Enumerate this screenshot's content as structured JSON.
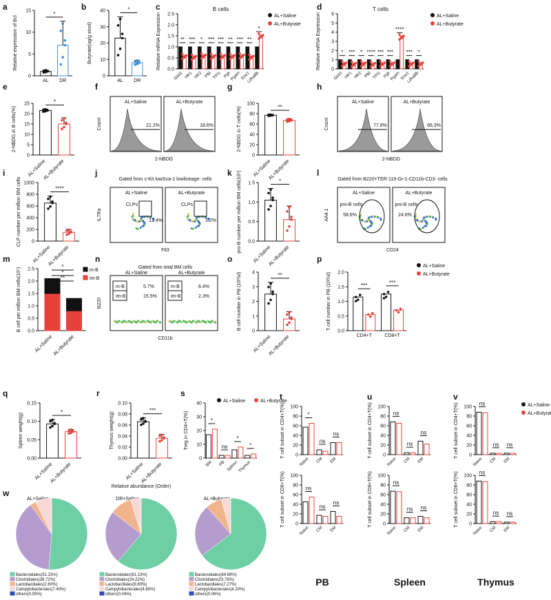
{
  "colors": {
    "saline": "#111111",
    "butyrate": "#e8403a",
    "dr": "#3a8fd6",
    "bact": "#6fcfa4",
    "clos": "#b59ccf",
    "lact": "#f2b48a",
    "campy": "#f7d9d6",
    "others": "#2f4fb5",
    "flow_gray": "#9a9a9a"
  },
  "legend": {
    "saline": "AL+Saline",
    "butyrate": "AL+Butyrate",
    "m_b": "m-B",
    "im_b": "im-B"
  },
  "panels": {
    "a": {
      "label": "a",
      "ylabel": "Relative expression of Bcl",
      "x": [
        "AL",
        "DR"
      ],
      "yticks": [
        "0",
        "5",
        "10",
        "15"
      ],
      "sig": "*",
      "means": [
        1,
        7
      ],
      "errs": [
        0.3,
        5.5
      ],
      "ylim": [
        0,
        15
      ]
    },
    "b": {
      "label": "b",
      "ylabel": "Butyrate(ug/g stool)",
      "x": [
        "AL",
        "DR"
      ],
      "yticks": [
        "0",
        "10",
        "20",
        "30",
        "40"
      ],
      "sig": "*",
      "means": [
        23,
        8
      ],
      "errs": [
        13,
        1.5
      ],
      "ylim": [
        0,
        40
      ]
    },
    "c": {
      "label": "c",
      "title": "B cells",
      "ylabel": "Relative mRNA Expression",
      "genes": [
        "Glut1",
        "HK1",
        "HK2",
        "Pfkl",
        "TPI1",
        "Pgk",
        "Pgam",
        "Eno1",
        "Ldhalllb"
      ],
      "sig": [
        "**",
        "***",
        "*",
        "***",
        "***",
        "**",
        "***",
        "**",
        "*"
      ],
      "yticks": [
        "0.0",
        "0.5",
        "1.0",
        "1.5",
        "2.0",
        "2.5"
      ],
      "butyrate": [
        0.58,
        0.55,
        0.6,
        0.58,
        0.58,
        0.58,
        0.6,
        0.55,
        1.5
      ],
      "ylim": [
        0,
        2.5
      ]
    },
    "d": {
      "label": "d",
      "title": "T cells",
      "ylabel": "Relative mRNA Expression",
      "genes": [
        "Glut1",
        "HK1",
        "HK2",
        "Pfkl",
        "TPI1",
        "Pgk",
        "Pgam",
        "Eno1",
        "Ldhalllb"
      ],
      "sig": [
        "*",
        "***",
        "*",
        "****",
        "***",
        "***",
        "****",
        "***",
        "*"
      ],
      "yticks": [
        "0",
        "1",
        "2",
        "3",
        "4",
        "5",
        "6"
      ],
      "butyrate": [
        0.6,
        0.55,
        0.6,
        0.55,
        0.6,
        0.6,
        3.5,
        0.6,
        0.6
      ],
      "ylim": [
        0,
        6
      ]
    },
    "e": {
      "label": "e",
      "ylabel": "2-NBDG in B cells(%)",
      "x": [
        "AL+Saline",
        "AL+Butyrate"
      ],
      "yticks": [
        "0",
        "5",
        "10",
        "15",
        "20",
        "25"
      ],
      "sig": "*",
      "means": [
        21.5,
        15
      ],
      "errs": [
        0.7,
        3
      ],
      "ylim": [
        0,
        25
      ]
    },
    "f": {
      "label": "f",
      "titles": [
        "AL+Saline",
        "AL+Butyrate"
      ],
      "pcts": [
        "21.2%",
        "18.6%"
      ],
      "xlabel": "2-NBDG",
      "ylabel": "Count"
    },
    "g": {
      "label": "g",
      "ylabel": "2-NBDG in T cells(%)",
      "x": [
        "AL+Saline",
        "AL+Butyrate"
      ],
      "yticks": [
        "0",
        "20",
        "40",
        "60",
        "80",
        "100"
      ],
      "sig": "**",
      "means": [
        77,
        67
      ],
      "errs": [
        1.5,
        3
      ],
      "ylim": [
        0,
        100
      ]
    },
    "h": {
      "label": "h",
      "titles": [
        "AL+Saline",
        "AL+Butyrate"
      ],
      "pcts": [
        "77.8%",
        "66.3%"
      ],
      "xlabel": "2-NBDG",
      "ylabel": "Count"
    },
    "i": {
      "label": "i",
      "ylabel": "CLP number per million BM cells",
      "x": [
        "AL+Saline",
        "AL+Butyrate"
      ],
      "yticks": [
        "0",
        "200",
        "400",
        "600",
        "800",
        "1000"
      ],
      "sig": "****",
      "means": [
        650,
        150
      ],
      "errs": [
        120,
        50
      ],
      "ylim": [
        0,
        1000
      ]
    },
    "j": {
      "label": "j",
      "title": "Gated from c-Kit lowSca-1 lowlineage- cells",
      "titles": [
        "AL+Saline",
        "AL+Butyrate"
      ],
      "gate": "CLPs",
      "pcts": [
        "12.4%",
        "1.2%"
      ],
      "xlabel": "Flt3",
      "ylabel": "IL7Ra"
    },
    "k": {
      "label": "k",
      "ylabel": "pro-B number per million BM cells(10⁴)",
      "x": [
        "AL+Saline",
        "AL+Butyrate"
      ],
      "yticks": [
        "0.0",
        "0.5",
        "1.0",
        "1.5"
      ],
      "sig": "*",
      "means": [
        1.05,
        0.55
      ],
      "errs": [
        0.3,
        0.35
      ],
      "ylim": [
        0,
        1.5
      ]
    },
    "l": {
      "label": "l",
      "title": "Gated from B220+TER-119-Gr-1-CD11b-CD3- cells",
      "titles": [
        "AL+Saline",
        "AL+Butyrate"
      ],
      "gate": "pro-B cells",
      "pcts": [
        "58.6%",
        "24.8%"
      ],
      "xlabel": "CD24",
      "ylabel": "AA4.1"
    },
    "m": {
      "label": "m",
      "ylabel": "B cell per million BM cells(10⁵)",
      "x": [
        "AL+Saline",
        "AL+Butyrate"
      ],
      "yticks": [
        "0.0",
        "0.5",
        "1.0",
        "1.5",
        "2.0",
        "2.5"
      ],
      "sig": [
        "*",
        "*",
        "**"
      ],
      "mb": [
        0.6,
        0.5
      ],
      "imb": [
        1.5,
        0.8
      ],
      "ylim": [
        0,
        2.5
      ]
    },
    "n": {
      "label": "n",
      "title": "Gated from total BM cells",
      "titles": [
        "AL+Saline",
        "AL+Butyrate"
      ],
      "mb": [
        "m-B",
        "5.7%",
        "m-B",
        "6.4%"
      ],
      "imb": [
        "im-B",
        "15.5%",
        "im-B",
        "2.3%"
      ],
      "xlabel": "CD11b",
      "ylabel": "B220"
    },
    "o": {
      "label": "o",
      "ylabel": "B cell number in PB (10³/ul)",
      "x": [
        "AL+Saline",
        "AL+Butyrate"
      ],
      "yticks": [
        "0",
        "1",
        "2",
        "3",
        "4"
      ],
      "sig": "**",
      "means": [
        2.5,
        0.8
      ],
      "errs": [
        0.8,
        0.5
      ],
      "ylim": [
        0,
        4
      ]
    },
    "p": {
      "label": "p",
      "ylabel": "T cell number in PB (10³/ul)",
      "x": [
        "CD4+T",
        "CD8+T"
      ],
      "yticks": [
        "0.0",
        "0.5",
        "1.0",
        "1.5",
        "2.0"
      ],
      "sig": [
        "***",
        "***"
      ],
      "saline": [
        1.15,
        1.25
      ],
      "butyrate": [
        0.55,
        0.7
      ],
      "ylim": [
        0,
        2
      ]
    },
    "q": {
      "label": "q",
      "ylabel": "Spleen weight(g)",
      "x": [
        "AL+Saline",
        "AL+Butyrate"
      ],
      "yticks": [
        "0.00",
        "0.05",
        "0.10",
        "0.15"
      ],
      "sig": "*",
      "means": [
        0.093,
        0.072
      ],
      "errs": [
        0.012,
        0.006
      ],
      "ylim": [
        0,
        0.15
      ]
    },
    "r": {
      "label": "r",
      "ylabel": "Thymus weight(g)",
      "x": [
        "AL+Saline",
        "AL+Butyrate"
      ],
      "yticks": [
        "0.00",
        "0.02",
        "0.04",
        "0.06",
        "0.08",
        "0.10"
      ],
      "sig": "***",
      "means": [
        0.066,
        0.036
      ],
      "errs": [
        0.007,
        0.007
      ],
      "ylim": [
        0,
        0.1
      ]
    },
    "s": {
      "label": "s",
      "ylabel": "Treg in CD4+T(%)",
      "x": [
        "BM",
        "PB",
        "Spleen",
        "Thymus"
      ],
      "yticks": [
        "0",
        "10",
        "20",
        "30",
        "40"
      ],
      "sig": [
        "*",
        "ns",
        "*",
        "*"
      ],
      "saline": [
        17,
        2,
        6,
        2
      ],
      "butyrate": [
        21,
        2,
        8,
        3
      ],
      "ylim": [
        0,
        40
      ]
    },
    "t": {
      "label": "t",
      "ylabel1": "T cell subset in CD4+T(%)",
      "ylabel2": "T cell subset in CD8+T(%)",
      "x": [
        "Naive",
        "CM",
        "EM"
      ],
      "yticks": [
        "0",
        "20",
        "40",
        "60",
        "80",
        "100"
      ],
      "sig1": [
        "*",
        "ns",
        "ns"
      ],
      "sig2": [
        "ns",
        "ns",
        "ns"
      ],
      "s1": [
        57,
        10,
        25
      ],
      "b1": [
        65,
        7,
        25
      ],
      "s2": [
        45,
        17,
        25
      ],
      "b2": [
        55,
        15,
        15
      ],
      "xtitle": "PB"
    },
    "u": {
      "label": "u",
      "ylabel1": "T cell subset in CD4+T(%)",
      "ylabel2": "T cell subset in CD8+T(%)",
      "x": [
        "Naive",
        "CM",
        "EM"
      ],
      "yticks": [
        "0",
        "20",
        "40",
        "60",
        "80",
        "100"
      ],
      "sig1": [
        "ns",
        "ns",
        "ns"
      ],
      "sig2": [
        "ns",
        "ns",
        "ns"
      ],
      "s1": [
        68,
        4,
        28
      ],
      "b1": [
        65,
        4,
        22
      ],
      "s2": [
        67,
        12,
        15
      ],
      "b2": [
        66,
        12,
        12
      ],
      "xtitle": "Spleen"
    },
    "v": {
      "label": "v",
      "ylabel1": "T cell subset in CD4+T(%)",
      "ylabel2": "T cell subset in CD8+T(%)",
      "x": [
        "Naive",
        "CM",
        "EM"
      ],
      "yticks": [
        "0",
        "20",
        "40",
        "60",
        "80",
        "100"
      ],
      "sig1": [
        "ns",
        "ns",
        "ns"
      ],
      "sig2": [
        "ns",
        "ns",
        "ns"
      ],
      "s1": [
        88,
        3,
        3
      ],
      "b1": [
        87,
        3,
        3
      ],
      "s2": [
        88,
        4,
        3
      ],
      "b2": [
        87,
        4,
        3
      ],
      "xtitle": "Thymus"
    },
    "w": {
      "label": "w",
      "title": "Relative abundance (Order)",
      "pies": [
        {
          "title": "AL+Saline",
          "items": [
            "Bacteroidales(51.23%)",
            "Clostridiales(38.72%)",
            "Lactobacillales(2.60%)",
            "Campylobacterales(7.40%)",
            "others(0.05%)"
          ],
          "values": [
            51.23,
            38.72,
            2.6,
            7.4,
            0.05
          ]
        },
        {
          "title": "DR+Saline",
          "items": [
            "Bacteroidales(61.13%)",
            "Clostridiales(24.22%)",
            "Lactobacillales(9.80%)",
            "Campylobacterales(4.80%)",
            "others(0.04%)"
          ],
          "values": [
            61.13,
            24.22,
            9.8,
            4.8,
            0.04
          ]
        },
        {
          "title": "AL+Butyrate",
          "items": [
            "Bacteroidales(64.69%)",
            "Clostridiales(23.78%)",
            "Lactobacillales(7.27%)",
            "Campylobacterales(4.20%)",
            "others(0.06%)"
          ],
          "values": [
            64.69,
            23.78,
            7.27,
            4.2,
            0.06
          ]
        }
      ]
    }
  },
  "chart_data": [
    {
      "type": "bar",
      "panel": "a",
      "categories": [
        "AL",
        "DR"
      ],
      "values": [
        1,
        7
      ],
      "ylabel": "Relative expression of Bcl",
      "ylim": [
        0,
        15
      ]
    },
    {
      "type": "bar",
      "panel": "b",
      "categories": [
        "AL",
        "DR"
      ],
      "values": [
        23,
        8
      ],
      "ylabel": "Butyrate(ug/g stool)",
      "ylim": [
        0,
        40
      ]
    },
    {
      "type": "bar",
      "panel": "c",
      "title": "B cells",
      "categories": [
        "Glut1",
        "HK1",
        "HK2",
        "Pfkl",
        "TPI1",
        "Pgk",
        "Pgam",
        "Eno1",
        "Ldhalllb"
      ],
      "series": [
        {
          "name": "AL+Saline",
          "values": [
            1,
            1,
            1,
            1,
            1,
            1,
            1,
            1,
            1
          ]
        },
        {
          "name": "AL+Butyrate",
          "values": [
            0.58,
            0.55,
            0.6,
            0.58,
            0.58,
            0.58,
            0.6,
            0.55,
            1.5
          ]
        }
      ],
      "ylabel": "Relative mRNA Expression",
      "ylim": [
        0,
        2.5
      ]
    },
    {
      "type": "bar",
      "panel": "d",
      "title": "T cells",
      "categories": [
        "Glut1",
        "HK1",
        "HK2",
        "Pfkl",
        "TPI1",
        "Pgk",
        "Pgam",
        "Eno1",
        "Ldhalllb"
      ],
      "series": [
        {
          "name": "AL+Saline",
          "values": [
            1,
            1,
            1,
            1,
            1,
            1,
            1,
            1,
            1
          ]
        },
        {
          "name": "AL+Butyrate",
          "values": [
            0.6,
            0.55,
            0.6,
            0.55,
            0.6,
            0.6,
            3.5,
            0.6,
            0.6
          ]
        }
      ],
      "ylabel": "Relative mRNA Expression",
      "ylim": [
        0,
        6
      ]
    },
    {
      "type": "bar",
      "panel": "e",
      "categories": [
        "AL+Saline",
        "AL+Butyrate"
      ],
      "values": [
        21.5,
        15
      ],
      "ylabel": "2-NBDG in B cells(%)",
      "ylim": [
        0,
        25
      ]
    },
    {
      "type": "bar",
      "panel": "g",
      "categories": [
        "AL+Saline",
        "AL+Butyrate"
      ],
      "values": [
        77,
        67
      ],
      "ylabel": "2-NBDG in T cells(%)",
      "ylim": [
        0,
        100
      ]
    },
    {
      "type": "bar",
      "panel": "i",
      "categories": [
        "AL+Saline",
        "AL+Butyrate"
      ],
      "values": [
        650,
        150
      ],
      "ylabel": "CLP number per million BM cells",
      "ylim": [
        0,
        1000
      ]
    },
    {
      "type": "bar",
      "panel": "k",
      "categories": [
        "AL+Saline",
        "AL+Butyrate"
      ],
      "values": [
        1.05,
        0.55
      ],
      "ylim": [
        0,
        1.5
      ]
    },
    {
      "type": "bar",
      "panel": "m",
      "categories": [
        "AL+Saline",
        "AL+Butyrate"
      ],
      "series": [
        {
          "name": "m-B",
          "values": [
            0.6,
            0.5
          ]
        },
        {
          "name": "im-B",
          "values": [
            1.5,
            0.8
          ]
        }
      ],
      "ylim": [
        0,
        2.5
      ]
    },
    {
      "type": "bar",
      "panel": "o",
      "categories": [
        "AL+Saline",
        "AL+Butyrate"
      ],
      "values": [
        2.5,
        0.8
      ],
      "ylim": [
        0,
        4
      ]
    },
    {
      "type": "bar",
      "panel": "p",
      "categories": [
        "CD4+T",
        "CD8+T"
      ],
      "series": [
        {
          "name": "AL+Saline",
          "values": [
            1.15,
            1.25
          ]
        },
        {
          "name": "AL+Butyrate",
          "values": [
            0.55,
            0.7
          ]
        }
      ],
      "ylim": [
        0,
        2
      ]
    },
    {
      "type": "bar",
      "panel": "q",
      "categories": [
        "AL+Saline",
        "AL+Butyrate"
      ],
      "values": [
        0.093,
        0.072
      ],
      "ylabel": "Spleen weight(g)",
      "ylim": [
        0,
        0.15
      ]
    },
    {
      "type": "bar",
      "panel": "r",
      "categories": [
        "AL+Saline",
        "AL+Butyrate"
      ],
      "values": [
        0.066,
        0.036
      ],
      "ylabel": "Thymus weight(g)",
      "ylim": [
        0,
        0.1
      ]
    },
    {
      "type": "bar",
      "panel": "s",
      "categories": [
        "BM",
        "PB",
        "Spleen",
        "Thymus"
      ],
      "series": [
        {
          "name": "AL+Saline",
          "values": [
            17,
            2,
            6,
            2
          ]
        },
        {
          "name": "AL+Butyrate",
          "values": [
            21,
            2,
            8,
            3
          ]
        }
      ],
      "ylim": [
        0,
        40
      ]
    },
    {
      "type": "pie",
      "panel": "w",
      "title": "AL+Saline",
      "categories": [
        "Bacteroidales",
        "Clostridiales",
        "Lactobacillales",
        "Campylobacterales",
        "others"
      ],
      "values": [
        51.23,
        38.72,
        2.6,
        7.4,
        0.05
      ]
    },
    {
      "type": "pie",
      "panel": "w",
      "title": "DR+Saline",
      "categories": [
        "Bacteroidales",
        "Clostridiales",
        "Lactobacillales",
        "Campylobacterales",
        "others"
      ],
      "values": [
        61.13,
        24.22,
        9.8,
        4.8,
        0.04
      ]
    },
    {
      "type": "pie",
      "panel": "w",
      "title": "AL+Butyrate",
      "categories": [
        "Bacteroidales",
        "Clostridiales",
        "Lactobacillales",
        "Campylobacterales",
        "others"
      ],
      "values": [
        64.69,
        23.78,
        7.27,
        4.2,
        0.06
      ]
    }
  ]
}
